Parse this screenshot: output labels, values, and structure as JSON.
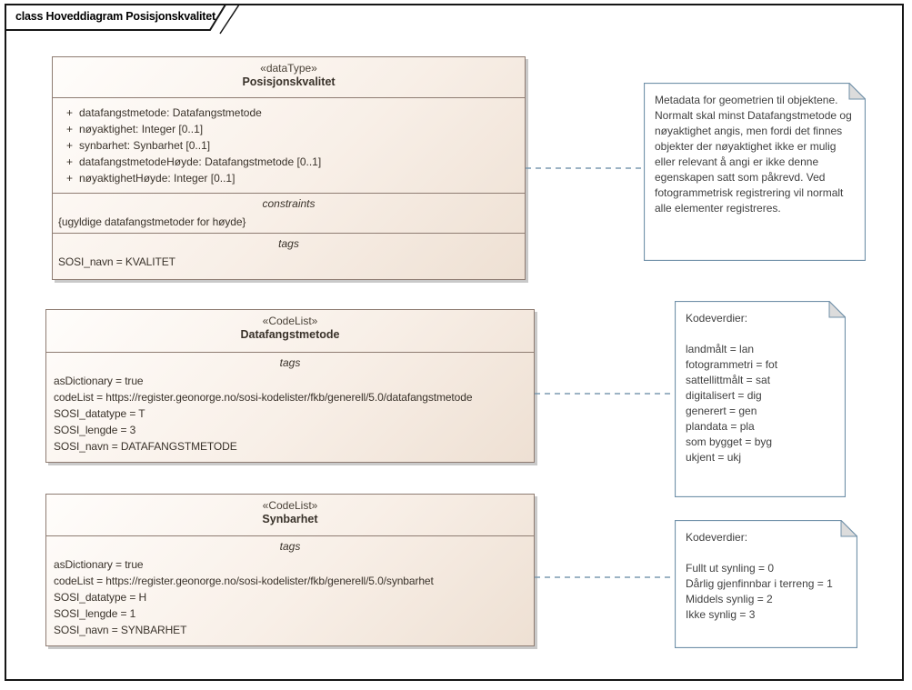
{
  "frame": {
    "title": "class Hoveddiagram Posisjonskvalitet"
  },
  "classes": {
    "posisjonskvalitet": {
      "stereotype": "«dataType»",
      "name": "Posisjonskvalitet",
      "attributes": [
        {
          "vis": "+",
          "text": "datafangstmetode: Datafangstmetode"
        },
        {
          "vis": "+",
          "text": "nøyaktighet: Integer [0..1]"
        },
        {
          "vis": "+",
          "text": "synbarhet: Synbarhet [0..1]"
        },
        {
          "vis": "+",
          "text": "datafangstmetodeHøyde: Datafangstmetode [0..1]"
        },
        {
          "vis": "+",
          "text": "nøyaktighetHøyde: Integer [0..1]"
        }
      ],
      "constraints_label": "constraints",
      "constraints": [
        "{ugyldige datafangstmetoder for høyde}"
      ],
      "tags_label": "tags",
      "tags": [
        "SOSI_navn = KVALITET"
      ]
    },
    "datafangstmetode": {
      "stereotype": "«CodeList»",
      "name": "Datafangstmetode",
      "tags_label": "tags",
      "tags": [
        "asDictionary = true",
        "codeList = https://register.geonorge.no/sosi-kodelister/fkb/generell/5.0/datafangstmetode",
        "SOSI_datatype = T",
        "SOSI_lengde = 3",
        "SOSI_navn = DATAFANGSTMETODE"
      ]
    },
    "synbarhet": {
      "stereotype": "«CodeList»",
      "name": "Synbarhet",
      "tags_label": "tags",
      "tags": [
        "asDictionary = true",
        "codeList = https://register.geonorge.no/sosi-kodelister/fkb/generell/5.0/synbarhet",
        "SOSI_datatype = H",
        "SOSI_lengde = 1",
        "SOSI_navn = SYNBARHET"
      ]
    }
  },
  "notes": {
    "metadata": {
      "lines": [
        "Metadata for geometrien til objektene.",
        "Normalt skal minst Datafangstmetode og",
        "nøyaktighet angis, men fordi det finnes",
        "objekter der nøyaktighet ikke er mulig",
        "eller relevant å angi er ikke denne",
        "egenskapen satt som påkrevd. Ved",
        "fotogrammetrisk registrering vil normalt",
        "alle elementer registreres."
      ]
    },
    "kodeverdier_datafangstmetode": {
      "lines": [
        "Kodeverdier:",
        "",
        "landmålt = lan",
        "fotogrammetri = fot",
        "sattellittmålt = sat",
        "digitalisert = dig",
        "generert = gen",
        "plandata = pla",
        "som bygget = byg",
        "ukjent = ukj"
      ]
    },
    "kodeverdier_synbarhet": {
      "lines": [
        "Kodeverdier:",
        "",
        "Fullt ut synling = 0",
        "Dårlig gjenfinnbar i terreng = 1",
        "Middels synlig = 2",
        "Ikke synlig = 3"
      ]
    }
  },
  "colors": {
    "class_border": "#8e7c72",
    "class_fill_light": "#fffdfb",
    "class_fill_dark": "#eee0d3",
    "class_shadow": "#c9c9c9",
    "note_border": "#7191a9",
    "note_fold_fill": "#dcdcdc",
    "connector": "#7b9ab0",
    "frame_border": "#161616"
  }
}
